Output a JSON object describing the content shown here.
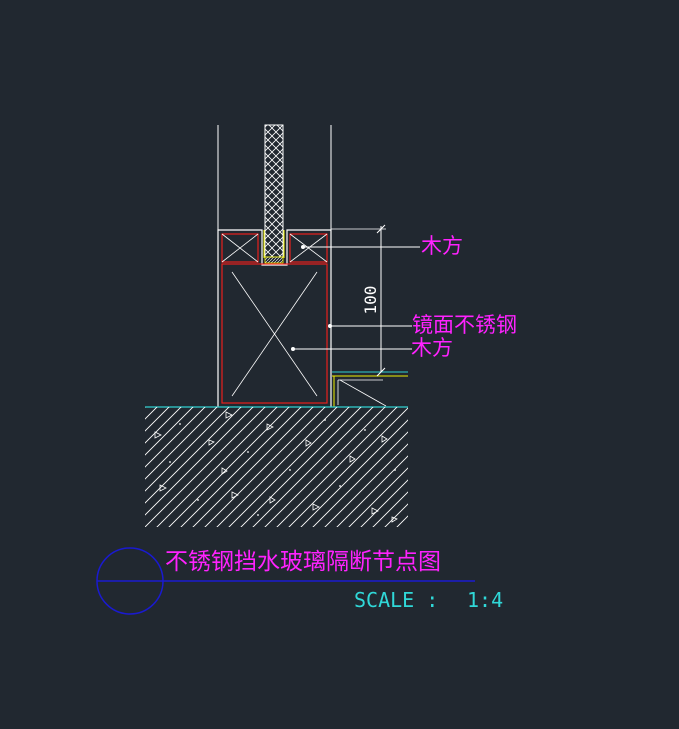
{
  "labels": {
    "top_material": "木方",
    "finish_material": "镜面不锈钢",
    "core_material": "木方"
  },
  "dimension": {
    "value": "100"
  },
  "title_block": {
    "title": "不锈钢挡水玻璃隔断节点图",
    "scale_label": "SCALE :",
    "scale_value": "1:4"
  },
  "colors": {
    "background": "#212830",
    "label_text": "#ff22ff",
    "linework": "#ffffff",
    "stainless_outline": "#e8201c",
    "glass_edge": "#f0f000",
    "floor_finish": "#30d0d0",
    "title_circle": "#1a1ad0",
    "scale_text": "#30d8d8"
  }
}
